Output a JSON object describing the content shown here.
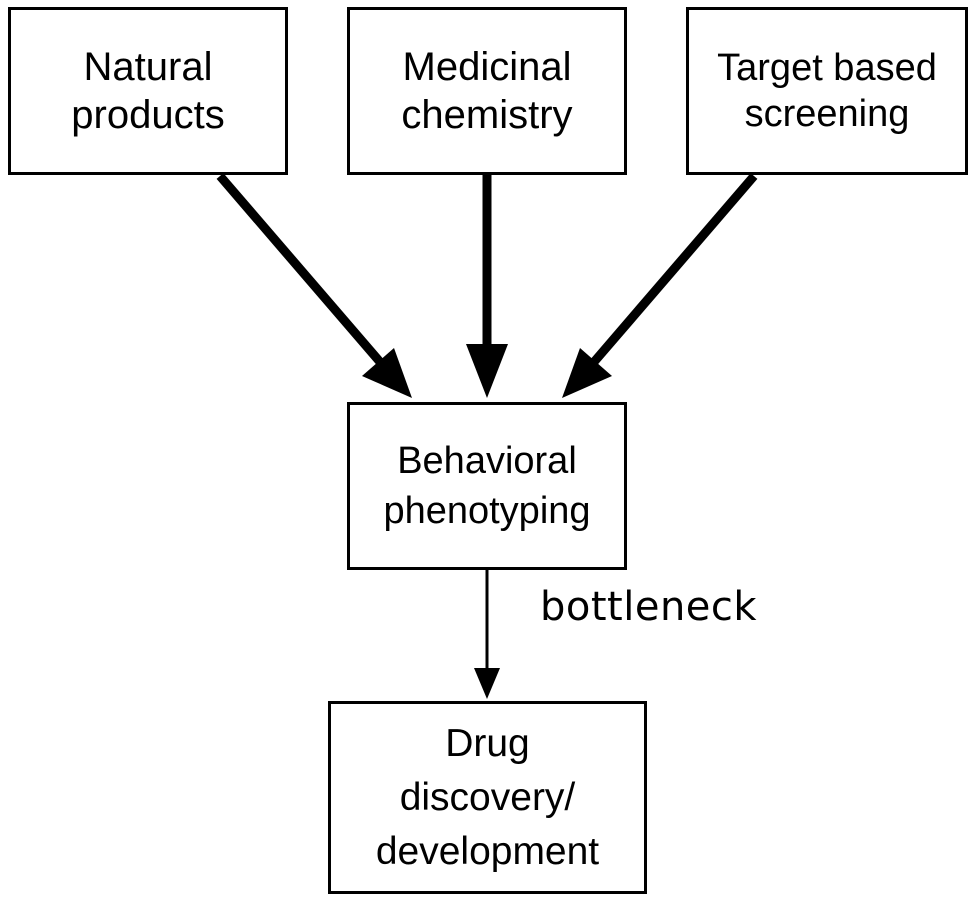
{
  "nodes": {
    "natural_products": "Natural\nproducts",
    "medicinal_chemistry": "Medicinal\nchemistry",
    "target_screening": "Target based\nscreening",
    "behavioral": "Behavioral\nphenotyping",
    "drug": "Drug\ndiscovery/\ndevelopment"
  },
  "edges": [
    {
      "from": "natural_products",
      "to": "behavioral",
      "style": "thick"
    },
    {
      "from": "medicinal_chemistry",
      "to": "behavioral",
      "style": "thick"
    },
    {
      "from": "target_screening",
      "to": "behavioral",
      "style": "thick"
    },
    {
      "from": "behavioral",
      "to": "drug",
      "style": "thin",
      "label": "bottleneck"
    }
  ],
  "colors": {
    "line": "#000000",
    "background": "#ffffff"
  }
}
